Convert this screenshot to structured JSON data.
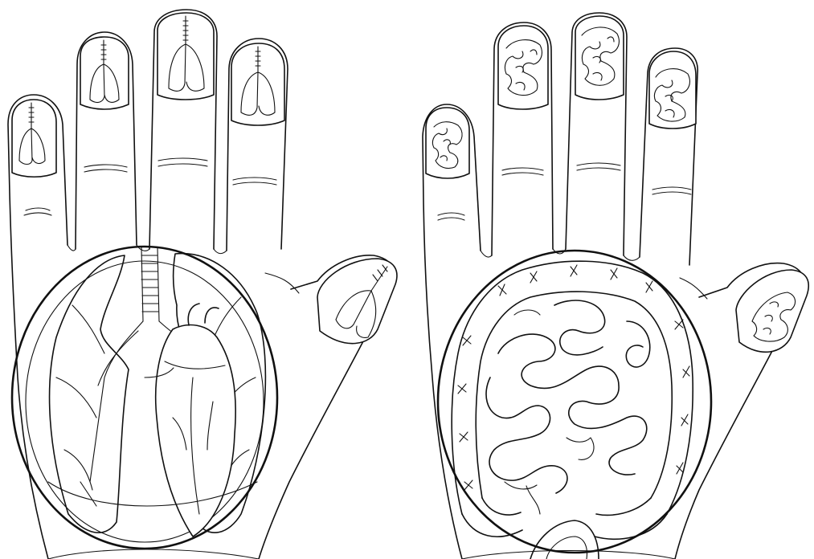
{
  "figure": {
    "panels": [
      {
        "id": "left",
        "subject": "hand-heart-lungs",
        "nail_motif": "lungs"
      },
      {
        "id": "right",
        "subject": "hand-intestines",
        "nail_motif": "brain"
      }
    ],
    "ink_color": "#111111",
    "background": "#ffffff"
  }
}
